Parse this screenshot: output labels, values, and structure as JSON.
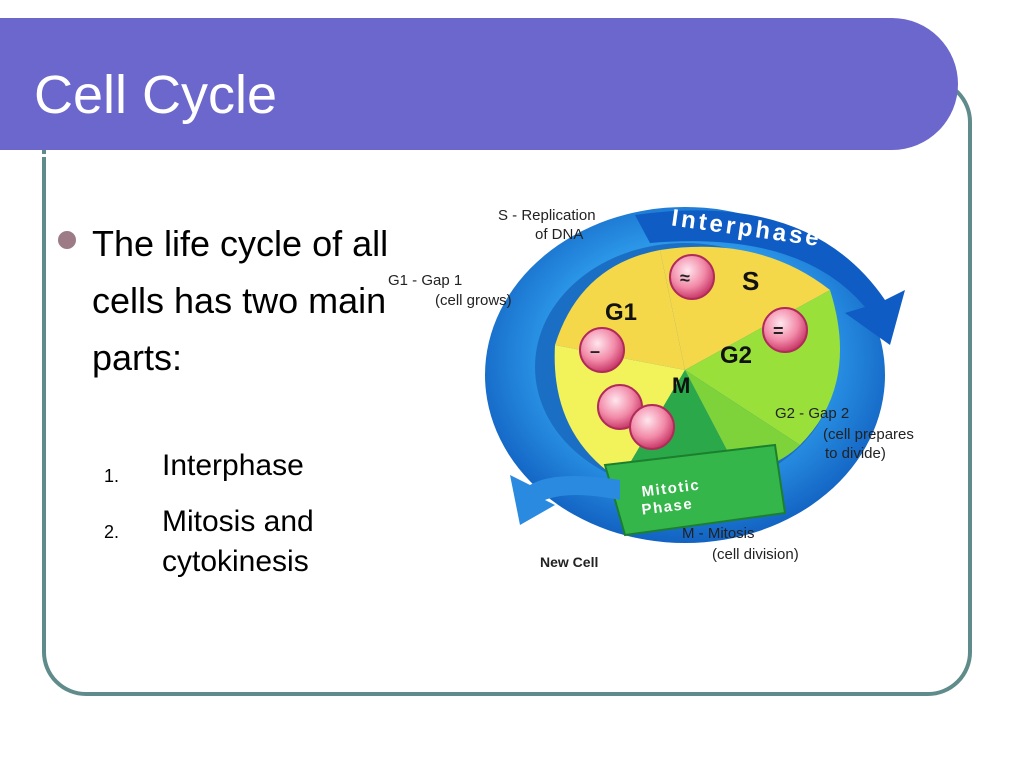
{
  "slide": {
    "title": "Cell Cycle",
    "bullet": "The life cycle of all cells has two main parts:",
    "items": [
      {
        "num": "1.",
        "text": "Interphase"
      },
      {
        "num": "2.",
        "text": "Mitosis and cytokinesis"
      }
    ]
  },
  "diagram": {
    "interphase_label": "Interphase",
    "s_phase": "S",
    "g1_phase": "G1",
    "g2_phase": "G2",
    "m_phase": "M",
    "mitotic_line1": "Mitotic",
    "mitotic_line2": "Phase",
    "s_label_line1": "S - Replication",
    "s_label_line2": "of DNA",
    "g1_label_line1": "G1 - Gap 1",
    "g1_label_line2": "(cell grows)",
    "g2_label_line1": "G2 - Gap 2",
    "g2_label_line2": "(cell prepares",
    "g2_label_line3": "to divide)",
    "m_label_line1": "M - Mitosis",
    "m_label_line2": "(cell division)",
    "new_cell": "New Cell"
  },
  "colors": {
    "title_bar": "#6b67cc",
    "frame_border": "#5f8b8a",
    "bullet": "#9c7b86",
    "ring_blue": "#1f7fd6",
    "g1_yellow": "#f2f25a",
    "s_yellow": "#f4d84a",
    "g2_green": "#9ae03a",
    "m_green": "#2aa84a"
  }
}
